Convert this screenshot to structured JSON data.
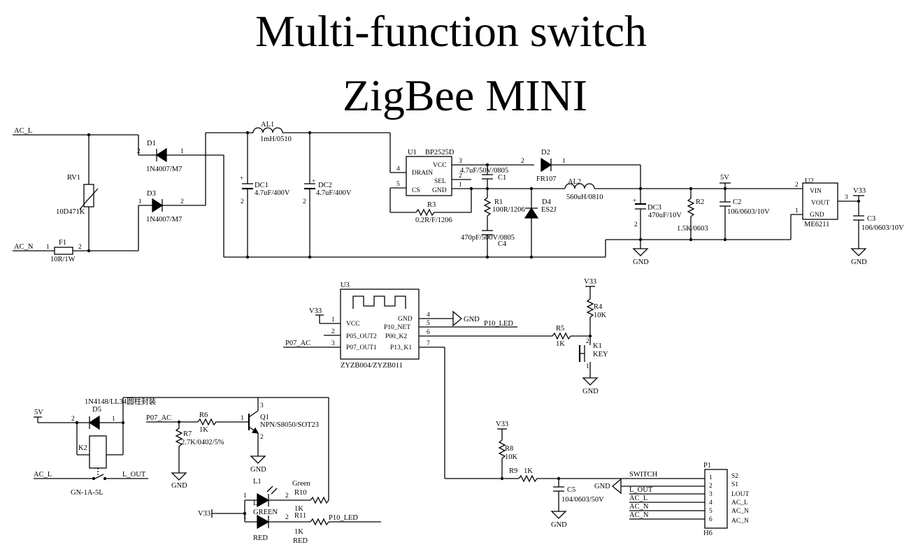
{
  "title": {
    "line1": "Multi-function switch",
    "line2": "ZigBee MINI"
  },
  "nets": {
    "ac_l_top": "AC_L",
    "ac_n_top": "AC_N",
    "five_v_top": "5V",
    "v33_u2": "V33",
    "gnd1": "GND",
    "gnd2": "GND",
    "v33_u3": "V33",
    "p07_ac_u3": "P07_AC",
    "gnd_u3": "GND",
    "p10_led_u3": "P10_LED",
    "v33_r4": "V33",
    "gnd_key": "GND",
    "five_v_relay": "5V",
    "ac_l_relay": "AC_L",
    "l_out_relay": "L_OUT",
    "p07_ac_q1": "P07_AC",
    "gnd_r7": "GND",
    "gnd_q1": "GND",
    "v33_led": "V33",
    "p10_led_led": "P10_LED",
    "v33_r8": "V33",
    "gnd_c5": "GND",
    "gnd_p1": "GND",
    "switch_p1": "SWITCH",
    "l_out_p1": "L_OUT",
    "ac_l_p1": "AC_L",
    "ac_n_p1a": "AC_N",
    "ac_n_p1b": "AC_N"
  },
  "components": {
    "rv1": {
      "ref": "RV1",
      "value": "10D471K"
    },
    "f1": {
      "ref": "F1",
      "value": "10R/1W"
    },
    "d1": {
      "ref": "D1",
      "value": "1N4007/M7"
    },
    "d3": {
      "ref": "D3",
      "value": "1N4007/M7"
    },
    "al1": {
      "ref": "AL1",
      "value": "1mH/0510"
    },
    "dc1": {
      "ref": "DC1",
      "value": "4.7uF/400V"
    },
    "dc2": {
      "ref": "DC2",
      "value": "4.7uF/400V"
    },
    "u1": {
      "ref": "U1",
      "part": "BP2525D",
      "pins": [
        "DRAIN",
        "VCC",
        "SEL",
        "CS",
        "GND"
      ]
    },
    "c1": {
      "ref": "C1",
      "value": "4.7uF/50V/0805"
    },
    "r3": {
      "ref": "R3",
      "value": "0.2R/F/1206"
    },
    "d2": {
      "ref": "D2",
      "value": "FR107"
    },
    "r1": {
      "ref": "R1",
      "value": "100R/1206"
    },
    "d4": {
      "ref": "D4",
      "value": "ES2J"
    },
    "c4": {
      "ref": "C4",
      "value": "470pF/500V/0805"
    },
    "al2": {
      "ref": "AL2",
      "value": "560uH/0810"
    },
    "dc3": {
      "ref": "DC3",
      "value": "470uF/10V"
    },
    "r2": {
      "ref": "R2",
      "value": "1.5K/0603"
    },
    "c2": {
      "ref": "C2",
      "value": "106/0603/10V"
    },
    "u2": {
      "ref": "U2",
      "part": "ME6211",
      "pins": [
        "VIN",
        "VOUT",
        "GND"
      ]
    },
    "c3": {
      "ref": "C3",
      "value": "106/0603/10V"
    },
    "u3": {
      "ref": "U3",
      "part": "ZYZB004/ZYZB011",
      "pins_left": [
        "VCC",
        "P05_OUT2",
        "P07_OUT1"
      ],
      "pins_right": [
        "GND",
        "P10_NET",
        "P00_K2",
        "P13_K1"
      ]
    },
    "r4": {
      "ref": "R4",
      "value": "10K"
    },
    "r5": {
      "ref": "R5",
      "value": "1K"
    },
    "k1": {
      "ref": "K1",
      "value": "KEY"
    },
    "d5": {
      "ref": "D5",
      "value": "1N4148/LL34圆柱封装"
    },
    "k2": {
      "ref": "K2",
      "value": "GN-1A-5L"
    },
    "r6": {
      "ref": "R6",
      "value": "1K"
    },
    "q1": {
      "ref": "Q1",
      "value": "NPN/S8050/SOT23"
    },
    "r7": {
      "ref": "R7",
      "value": "2.7K/0402/5%"
    },
    "l1": {
      "ref": "L1",
      "color": "Green"
    },
    "l2": {
      "ref": "L2",
      "color": "RED",
      "overlap": "GREEN"
    },
    "r10": {
      "ref": "R10",
      "value": "1K"
    },
    "r11": {
      "ref": "R11",
      "value": "1K"
    },
    "r8": {
      "ref": "R8",
      "value": "10K"
    },
    "r9": {
      "ref": "R9",
      "value": "1K"
    },
    "c5": {
      "ref": "C5",
      "value": "104/0603/50V"
    },
    "p1": {
      "ref": "P1",
      "ref2": "H6",
      "pins": [
        "1",
        "2",
        "3",
        "4",
        "5",
        "6"
      ],
      "labels": [
        "S2",
        "S1",
        "LOUT",
        "AC_L",
        "AC_N",
        "AC_N"
      ]
    }
  }
}
